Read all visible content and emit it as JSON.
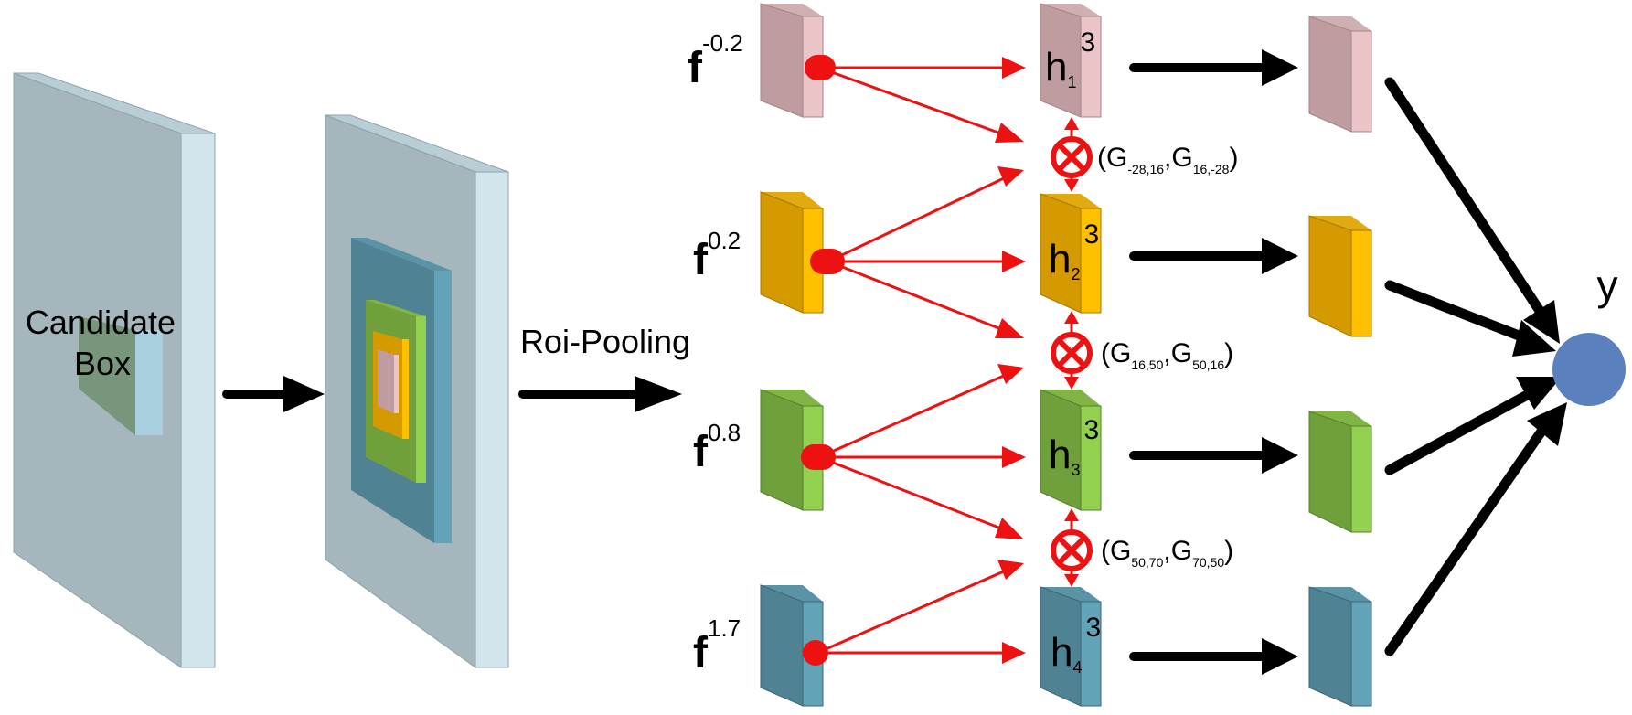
{
  "labels": {
    "candidate_line1": "Candidate",
    "candidate_line2": "Box",
    "roi": "Roi-Pooling",
    "output": "y"
  },
  "features": [
    {
      "base": "f",
      "exp": "-0.2"
    },
    {
      "base": "f",
      "exp": "0.2"
    },
    {
      "base": "f",
      "exp": "0.8"
    },
    {
      "base": "f",
      "exp": "1.7"
    }
  ],
  "hidden": [
    {
      "base": "h",
      "sub": "1",
      "sup": "3"
    },
    {
      "base": "h",
      "sub": "2",
      "sup": "3"
    },
    {
      "base": "h",
      "sub": "3",
      "sup": "3"
    },
    {
      "base": "h",
      "sub": "4",
      "sup": "3"
    }
  ],
  "gates": [
    {
      "open": "(",
      "a": "G",
      "a_sub": "-28,16",
      "comma": ",",
      "b": "G",
      "b_sub": "16,-28",
      "close": ")"
    },
    {
      "open": "(",
      "a": "G",
      "a_sub": "16,50",
      "comma": ",",
      "b": "G",
      "b_sub": "50,16",
      "close": ")"
    },
    {
      "open": "(",
      "a": "G",
      "a_sub": "50,70",
      "comma": ",",
      "b": "G",
      "b_sub": "70,50",
      "close": ")"
    }
  ],
  "colors": {
    "pink_front": "#eac4c6",
    "pink_side": "#bf9c9f",
    "orange_front": "#ffc000",
    "orange_side": "#d49a00",
    "green_front": "#92d050",
    "green_side": "#70a03c",
    "teal_front": "#62a3b8",
    "teal_side": "#4f8293",
    "panel_front": "#d2e5ed",
    "panel_side": "#a5b6bd",
    "connector": "#ee1111",
    "arrow": "#000000",
    "output_node": "#5b80be"
  }
}
